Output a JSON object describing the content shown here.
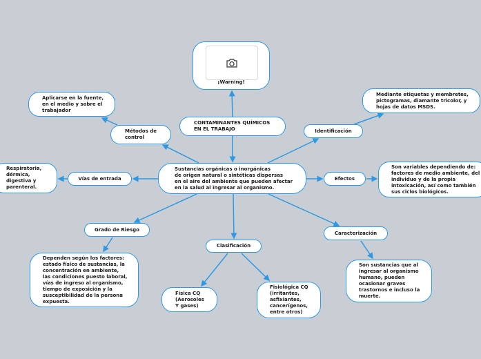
{
  "colors": {
    "background": "#c8ced4",
    "accent": "#2e98e2",
    "node_fill": "#ffffff"
  },
  "nodes": {
    "warning": "¡Warning!",
    "title": "CONTAMINANTES QUÍMICOS\nEN EL TRABAJO",
    "central": "Sustancias orgánicas o inorgánicas\nde origen natural o sintéticas dispersas\nen el aire del ambiente que pueden afectar\nen la salud al ingresar al organismo.",
    "metodos": "Métodos de\ncontrol",
    "aplicarse": "Aplicarse en la fuente,\nen el medio y sobre el\ntrabajador",
    "vias": "Vías de entrada",
    "vias_detail": "Respiratoria,\ndérmica,\ndigestiva y\nparenteral.",
    "identificacion": "Identificación",
    "identificacion_detail": "Mediante etiquetas y membretes,\npictogramas, diamante tricolor, y\nhojas de datos MSDS.",
    "efectos": "Efectos",
    "efectos_detail": "Son variables dependiendo de:\nfactores de medio ambiente, del\nindividuo y de la propia\nintoxicación, así como también\nsus ciclos biológicos.",
    "grado": "Grado de Riesgo",
    "grado_detail": "Dependen según los factores:\nestado físico de sustancias, la\nconcentración en ambiente,\nlas condiciones puesto laboral,\nvías de ingreso al organismo,\ntiempo de exposición y la\nsusceptibilidad de la persona\nexpuesta.",
    "clasificacion": "Clasificación",
    "fisica": "Física CQ\n(Aerosoles\nY gases)",
    "fisiologica": "Fisiológica CQ\n(irritantes,\nasfixiantes,\ncancerígenos,\nentre otros)",
    "caracterizacion": "Caracterización",
    "caracterizacion_detail": "Son sustancias que al\ningresar al organismo\nhumano, pueden\nocasionar graves\ntrastornos e incluso la\nmuerte."
  },
  "icons": {
    "warning_image": "camera-icon"
  }
}
